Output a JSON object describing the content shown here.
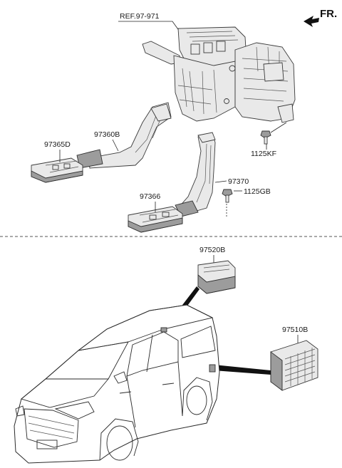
{
  "labels": {
    "fr": "FR.",
    "ref": "REF.97-971",
    "p97365D": "97365D",
    "p97360B": "97360B",
    "p1125KF": "1125KF",
    "p97370": "97370",
    "p1125GB": "1125GB",
    "p97366": "97366",
    "p97520B": "97520B",
    "p97510B": "97510B"
  },
  "colors": {
    "line": "#2a2a2a",
    "part_fill": "#e9e9e9",
    "part_dark": "#9c9c9c"
  },
  "icons": [
    "arrow-forward-icon"
  ]
}
